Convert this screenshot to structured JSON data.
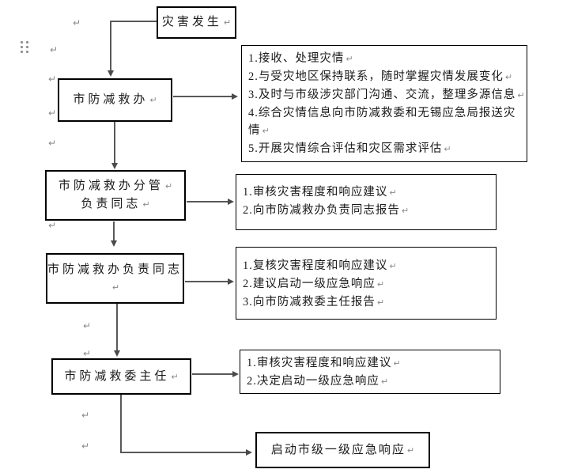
{
  "glyphs": {
    "line_break": "↵"
  },
  "flowchart": {
    "nodes": {
      "start": "灾害发生",
      "office": "市防减救办",
      "deputy_line1": "市防减救办分管",
      "deputy_line2": "负责同志",
      "head": "市防减救办负责同志",
      "director": "市防减救委主任",
      "final": "启动市级一级应急响应"
    },
    "details": {
      "office_tasks": [
        "1.接收、处理灾情",
        "2.与受灾地区保持联系，随时掌握灾情发展变化",
        "3.及时与市级涉灾部门沟通、交流，整理多源信息",
        "4.综合灾情信息向市防减救委和无锡应急局报送灾情",
        "5.开展灾情综合评估和灾区需求评估"
      ],
      "deputy_tasks": [
        "1.审核灾害程度和响应建议",
        "2.向市防减救办负责同志报告"
      ],
      "head_tasks": [
        "1.复核灾害程度和响应建议",
        "2.建议启动一级应急响应",
        "3.向市防减救委主任报告"
      ],
      "director_tasks": [
        "1.审核灾害程度和响应建议",
        "2.决定启动一级应急响应"
      ]
    }
  }
}
